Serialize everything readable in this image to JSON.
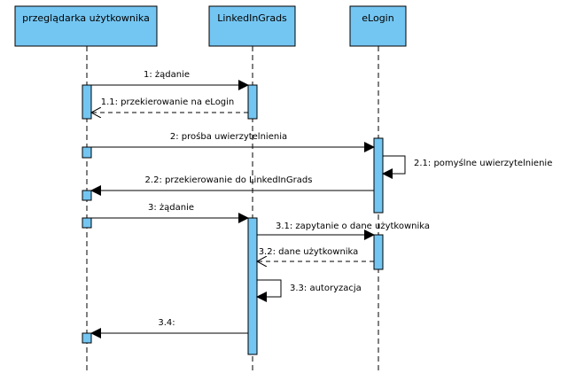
{
  "participants": [
    {
      "id": "browser",
      "name": "przeglądarka użytkownika"
    },
    {
      "id": "linkedin",
      "name": "LinkedInGrads"
    },
    {
      "id": "elogin",
      "name": "eLogin"
    }
  ],
  "messages": [
    {
      "label": "1: żądanie",
      "from": "browser",
      "to": "linkedin",
      "style": "sync"
    },
    {
      "label": "1.1: przekierowanie na eLogin",
      "from": "linkedin",
      "to": "browser",
      "style": "reply"
    },
    {
      "label": "2: prośba uwierzytelnienia",
      "from": "browser",
      "to": "elogin",
      "style": "sync"
    },
    {
      "label": "2.1:  pomyślne uwierzytelnienie",
      "from": "elogin",
      "to": "elogin",
      "style": "self"
    },
    {
      "label": "2.2: przekierowanie do LinkedInGrads",
      "from": "elogin",
      "to": "browser",
      "style": "sync"
    },
    {
      "label": "3: żądanie",
      "from": "browser",
      "to": "linkedin",
      "style": "sync"
    },
    {
      "label": "3.1: zapytanie o dane użytkownika",
      "from": "linkedin",
      "to": "elogin",
      "style": "sync"
    },
    {
      "label": "3.2: dane użytkownika",
      "from": "elogin",
      "to": "linkedin",
      "style": "reply"
    },
    {
      "label": "3.3: autoryzacja",
      "from": "linkedin",
      "to": "linkedin",
      "style": "self"
    },
    {
      "label": "3.4:",
      "from": "linkedin",
      "to": "browser",
      "style": "sync"
    }
  ],
  "colors": {
    "participant_fill": "#74c6f2",
    "activation_fill": "#74c6f2",
    "line": "#000000"
  }
}
